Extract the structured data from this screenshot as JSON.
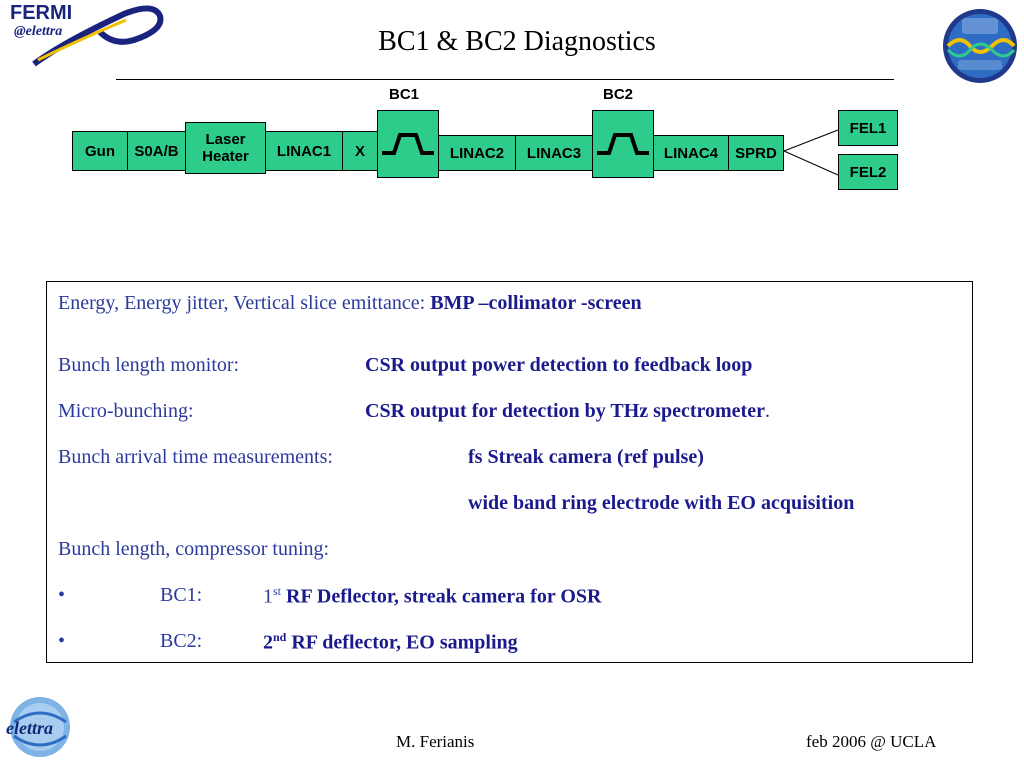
{
  "header": {
    "logo_left": {
      "text": "FERMI",
      "subtext": "@elettra"
    },
    "title": "BC1 & BC2 Diagnostics"
  },
  "diagram": {
    "labels": {
      "bc1": "BC1",
      "bc2": "BC2"
    },
    "blocks": {
      "gun": "Gun",
      "s0ab": "S0A/B",
      "laser_heater": "Laser Heater",
      "linac1": "LINAC1",
      "x": "X",
      "linac2": "LINAC2",
      "linac3": "LINAC3",
      "linac4": "LINAC4",
      "sprd": "SPRD",
      "fel1": "FEL1",
      "fel2": "FEL2"
    },
    "fill_color": "#2ecc8a"
  },
  "panel": {
    "line1_label": "Energy, Energy jitter, Vertical slice emittance: ",
    "line1_value": "BMP –collimator -screen",
    "line2_label": "Bunch length monitor:",
    "line2_value": "CSR output power detection to feedback loop",
    "line3_label": "Micro-bunching:",
    "line3_value": "CSR output for detection by THz spectrometer",
    "line3_suffix": ".",
    "line4_label": "Bunch arrival time measurements:",
    "line4_value": "fs Streak camera (ref pulse)",
    "line5_value": "wide band ring electrode with EO acquisition",
    "line6_label": "Bunch length, compressor tuning:",
    "bullet": "•",
    "bc1_label": "BC1:",
    "bc1_ord": "1",
    "bc1_sup": "st",
    "bc1_value": " RF Deflector, streak camera for OSR",
    "bc2_label": "BC2:",
    "bc2_ord": "2",
    "bc2_sup": "nd",
    "bc2_value": " RF deflector, EO sampling"
  },
  "footer": {
    "logo_text": "elettra",
    "author": "M. Ferianis",
    "date": "feb 2006 @ UCLA"
  },
  "colors": {
    "block_green": "#2ecc8a",
    "text_blue": "#2b3a9c",
    "value_blue": "#1a1a8c",
    "logo_blue": "#1a237e"
  }
}
